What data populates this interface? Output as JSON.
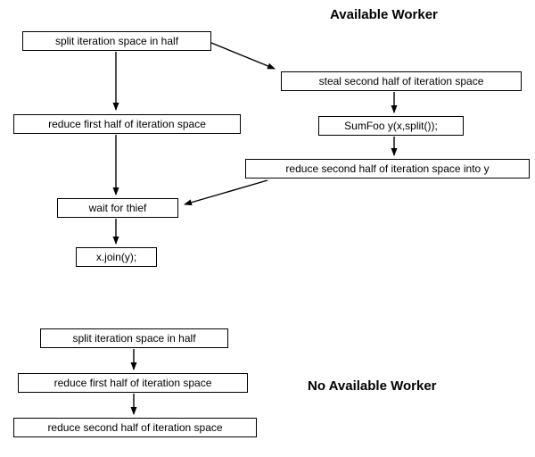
{
  "colors": {
    "box_border": "#000000",
    "background": "#ffffff",
    "text": "#000000"
  },
  "titles": {
    "available": "Available Worker",
    "no_available": "No Available Worker"
  },
  "available": {
    "split": "split iteration space in half",
    "steal": "steal second half of iteration space",
    "reduce_first": "reduce first half of iteration space",
    "sumfoo": "SumFoo y(x,split());",
    "reduce_second_into_y": "reduce second half of iteration space into y",
    "wait_for_thief": "wait for thief",
    "join": "x.join(y);"
  },
  "no_available": {
    "split": "split iteration space in half",
    "reduce_first": "reduce first half of iteration space",
    "reduce_second": "reduce second half of iteration space"
  }
}
